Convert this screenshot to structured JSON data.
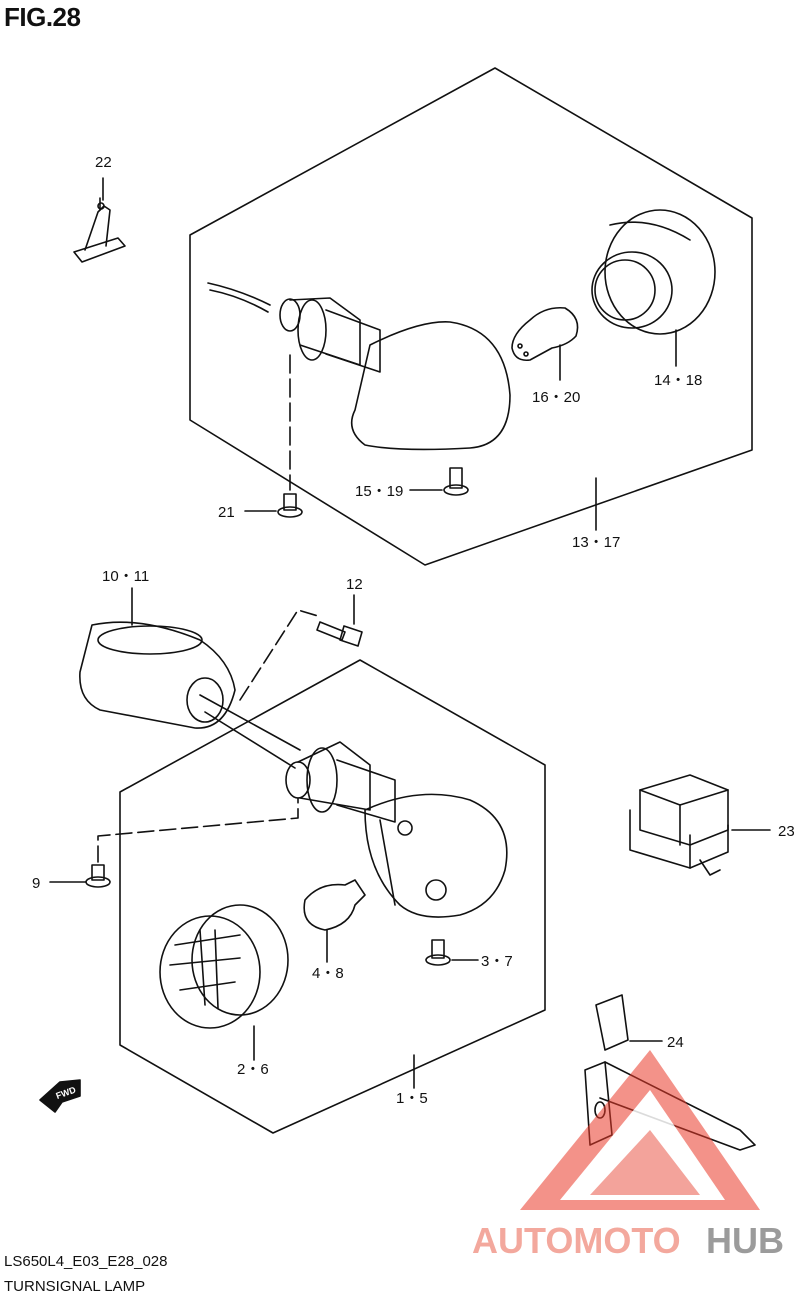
{
  "figure": {
    "title": "FIG.28",
    "code": "LS650L4_E03_E28_028",
    "caption": "TURNSIGNAL LAMP"
  },
  "callouts": {
    "c22": "22",
    "c14_18": "14・18",
    "c16_20": "16・20",
    "c15_19": "15・19",
    "c21": "21",
    "c13_17": "13・17",
    "c10_11": "10・11",
    "c12": "12",
    "c23": "23",
    "c9": "9",
    "c3_7": "3・7",
    "c4_8": "4・8",
    "c2_6": "2・6",
    "c1_5": "1・5",
    "c24": "24"
  },
  "fwd_label": "FWD",
  "watermark": {
    "part1": "AUTOMOTO",
    "part2": "HUB",
    "color1": "#f29a8c",
    "color2": "#8a8a8a",
    "accent": "#e83a2a"
  }
}
